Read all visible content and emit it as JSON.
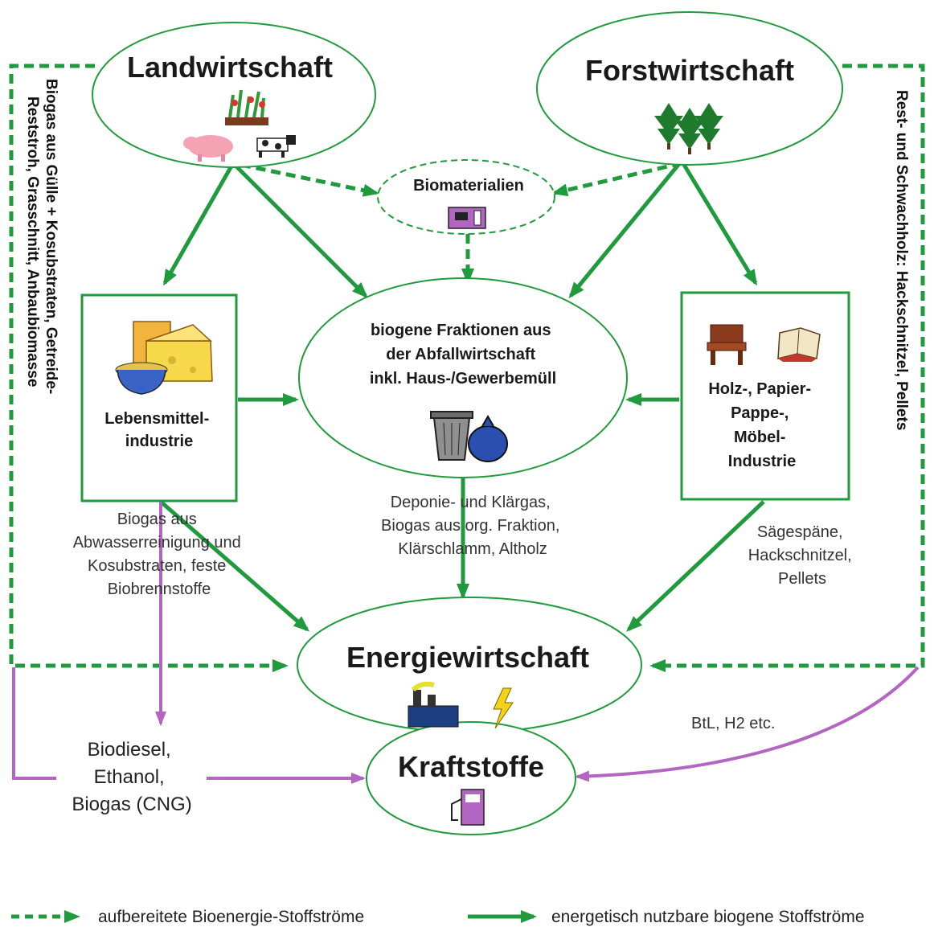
{
  "nodes": {
    "landwirtschaft": "Landwirtschaft",
    "forstwirtschaft": "Forstwirtschaft",
    "biomaterialien": "Biomaterialien",
    "abfall": [
      "biogene Fraktionen aus",
      "der Abfallwirtschaft",
      "inkl. Haus-/Gewerbemüll"
    ],
    "lebensmittel": [
      "Lebensmittel-",
      "industrie"
    ],
    "holz": [
      "Holz-, Papier-",
      "Pappe-,",
      "Möbel-",
      "Industrie"
    ],
    "energie": "Energiewirtschaft",
    "kraftstoffe": "Kraftstoffe"
  },
  "flow_labels": {
    "left_biogas": [
      "Biogas aus",
      "Abwasserreinigung und",
      "Kosubstraten, feste",
      "Biobrennstoffe"
    ],
    "center_gas": [
      "Deponie- und Klärgas,",
      "Biogas aus org. Fraktion,",
      "Klärschlamm, Altholz"
    ],
    "right_wood": [
      "Sägespäne,",
      "Hackschnitzel,",
      "Pellets"
    ],
    "fuels_left": [
      "Biodiesel,",
      "Ethanol,",
      "Biogas (CNG)"
    ],
    "btl": "BtL, H2 etc.",
    "side_left": [
      "Biogas aus Gülle + Kosubstraten, Getreide-",
      "Reststroh, Grasschnitt, Anbaubiomasse"
    ],
    "side_right": "Rest- und Schwachholz: Hackschnitzel, Pellets"
  },
  "legend": {
    "dashed": "aufbereitete Bioenergie-Stoffströme",
    "solid": "energetisch nutzbare biogene Stoffströme"
  },
  "colors": {
    "green": "#1f9a3c",
    "purple": "#b365c2"
  }
}
